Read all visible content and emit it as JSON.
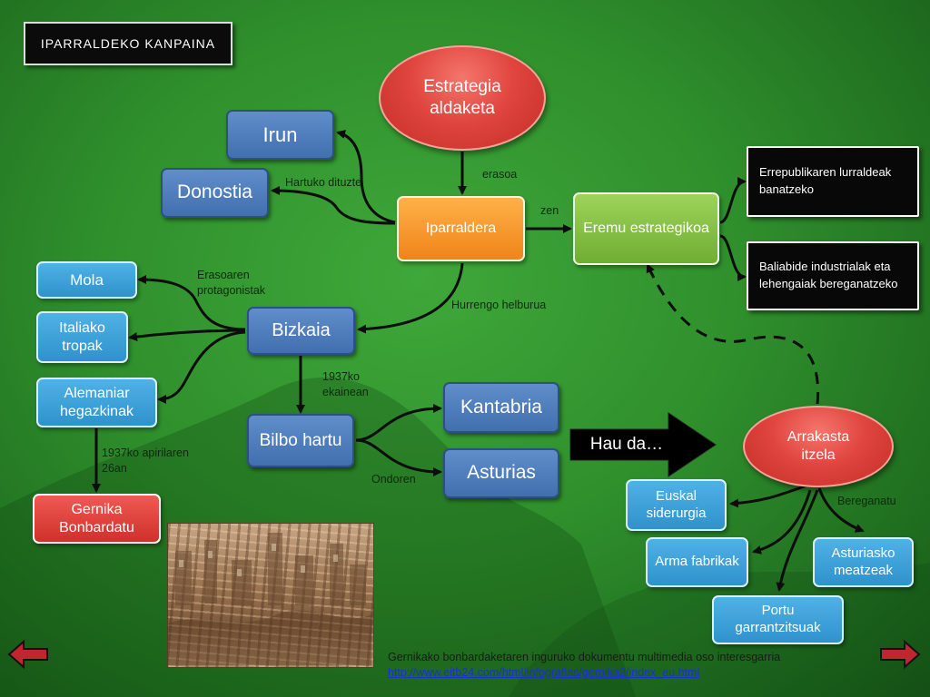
{
  "title": "IPARRALDEKO KANPAINA",
  "nodes": {
    "estrategia": "Estrategia aldaketa",
    "irun": "Irun",
    "donostia": "Donostia",
    "iparraldera": "Iparraldera",
    "eremu": "Eremu estrategikoa",
    "errepublikaren": "Errepublikaren lurraldeak banatzeko",
    "baliabide": "Baliabide industrialak eta lehengaiak bereganatzeko",
    "mola": "Mola",
    "italiako": "Italiako tropak",
    "alemaniar": "Alemaniar hegazkinak",
    "bizkaia": "Bizkaia",
    "bilbo": "Bilbo hartu",
    "kantabria": "Kantabria",
    "asturias": "Asturias",
    "gernika": "Gernika Bonbardatu",
    "hauda": "Hau da…",
    "arrakasta": "Arrakasta itzela",
    "euskal": "Euskal siderurgia",
    "arma": "Arma fabrikak",
    "portu": "Portu garrantzitsuak",
    "asturiasko": "Asturiasko meatzeak"
  },
  "labels": {
    "erasoa": "erasoa",
    "hartuko": "Hartuko dituzte",
    "zen": "zen",
    "erasoaren": "Erasoaren protagonistak",
    "hurrengo": "Hurrengo helburua",
    "ekainean": "1937ko ekainean",
    "apirilaren": "1937ko apirilaren 26an",
    "ondoren": "Ondoren",
    "bereganatu": "Bereganatu"
  },
  "caption": {
    "text": "Gernikako bonbardaketaren inguruko dokumentu multimedia oso interesgarria",
    "url": "http://www.eitb24.com/html/infografias/gernika2/index_eu.html"
  },
  "colors": {
    "background": "#2f8f2c",
    "node_blue": "#426fae",
    "node_light_blue": "#2f92cc",
    "node_orange": "#ef8419",
    "node_green": "#6fae33",
    "node_red": "#cf302a",
    "arrow": "#0d0d0d"
  },
  "icons": [
    "back-arrow-icon",
    "forward-arrow-icon"
  ]
}
